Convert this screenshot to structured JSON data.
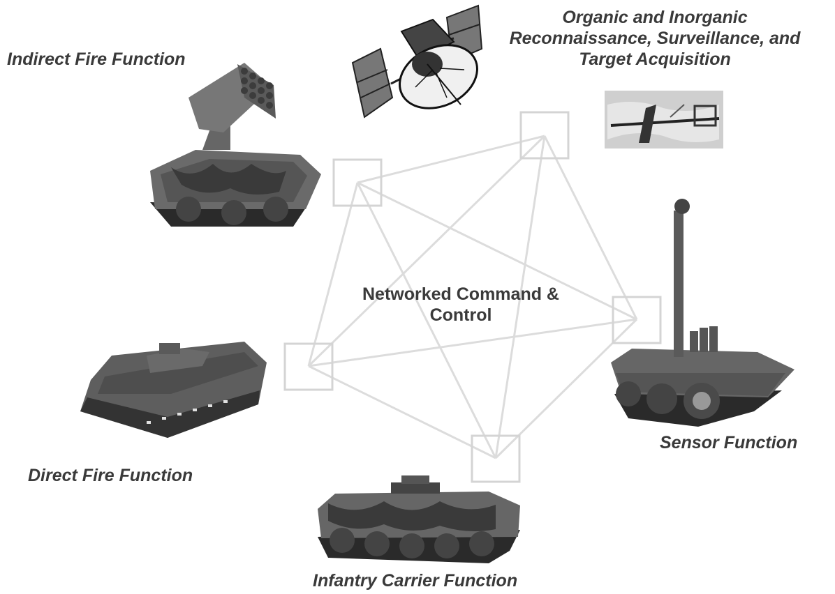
{
  "diagram": {
    "center": {
      "lines": [
        "Networked Command &",
        "Control"
      ]
    },
    "functions": {
      "indirect_fire": "Indirect Fire Function",
      "rsta": [
        "Organic and Inorganic",
        "Reconnaissance, Surveillance, and",
        "Target Acquisition"
      ],
      "sensor": "Sensor Function",
      "direct_fire": "Direct Fire Function",
      "infantry_carrier": "Infantry Carrier Function"
    },
    "network_nodes": [
      "indirect-fire-node",
      "rsta-node",
      "sensor-node",
      "infantry-carrier-node",
      "direct-fire-node"
    ],
    "colors": {
      "text": "#3a3a3a",
      "network_line": "#dcdcdc",
      "vehicle": "#555555"
    }
  }
}
